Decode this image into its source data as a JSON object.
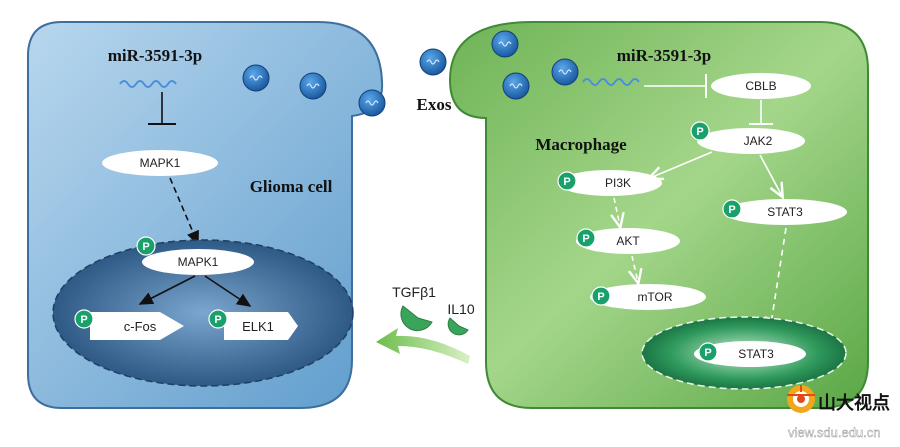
{
  "glioma": {
    "mirna_label": "miR-3591-3p",
    "cell_label": "Glioma cell",
    "mapk1_cyto": "MAPK1",
    "mapk1_nuc": "MAPK1",
    "cfos": "c-Fos",
    "elk1": "ELK1"
  },
  "exos_label": "Exos",
  "macrophage": {
    "mirna_label": "miR-3591-3p",
    "cell_label": "Macrophage",
    "cblb": "CBLB",
    "jak2": "JAK2",
    "pi3k": "PI3K",
    "akt": "AKT",
    "mtor": "mTOR",
    "stat3_cyto": "STAT3",
    "stat3_nuc": "STAT3"
  },
  "cytokines": {
    "tgfb1": "TGFβ1",
    "il10": "IL10"
  },
  "phospho_label": "P",
  "watermark": {
    "name": "山大视点",
    "url": "view.sdu.edu.cn"
  },
  "colors": {
    "glioma_fill": "#7fb3da",
    "macrophage_fill": "#8cc870",
    "nucleus_glioma": "#2f5f8a",
    "nucleus_macrophage": "#1f7a4a",
    "phospho": "#1aa06a",
    "exosome": "#2a78c2"
  },
  "icons": [
    "exosome-icon",
    "mirna-icon",
    "phospho-icon",
    "logo-icon"
  ]
}
